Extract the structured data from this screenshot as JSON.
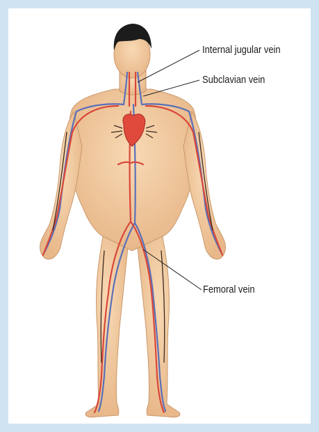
{
  "labels": {
    "internal_jugular": "Internal jugular vein",
    "subclavian": "Subclavian vein",
    "femoral": "Femoral vein"
  },
  "colors": {
    "frame": "#cfe3f2",
    "skin": "#f5cfa4",
    "skin_shade": "#e5b584",
    "hair": "#1c1c1c",
    "artery": "#d9473a",
    "vein": "#5a70b8",
    "heart": "#e04a3c",
    "leader": "#222222"
  }
}
